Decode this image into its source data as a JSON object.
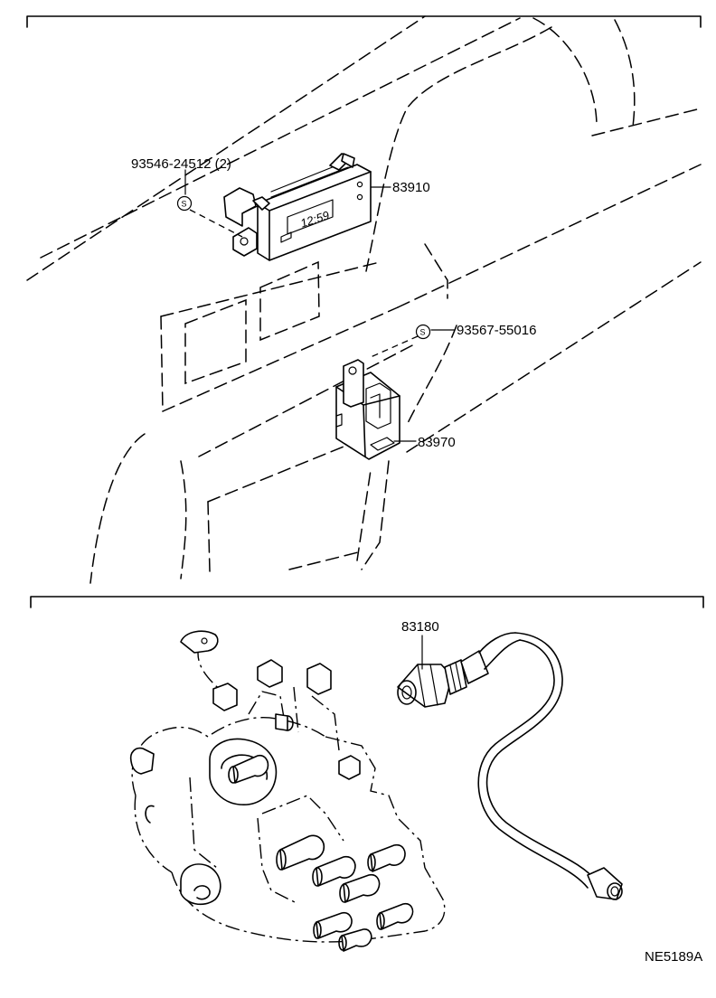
{
  "labels": {
    "screw_a": "93546-24512 (2)",
    "clock_assy": "83910",
    "screw_b": "93567-55016",
    "relay": "83970",
    "sensor": "83180",
    "figure_code": "NE5189A"
  },
  "symbols": {
    "s_badge": "S",
    "clock_display": "12:59"
  }
}
